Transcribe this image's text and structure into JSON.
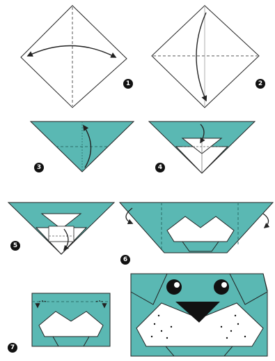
{
  "colors": {
    "teal": "#5ab8b3",
    "line": "#222222",
    "fold_line": "#555555",
    "paper": "#ffffff",
    "badge": "#111111",
    "nose": "#111111"
  },
  "steps": [
    {
      "label": "1"
    },
    {
      "label": "2"
    },
    {
      "label": "3"
    },
    {
      "label": "4"
    },
    {
      "label": "5"
    },
    {
      "label": "6"
    },
    {
      "label": "7"
    }
  ],
  "icons": [
    "curved-fold-arrow-icon",
    "mountain-fold-arrow-icon",
    "eye-icon",
    "nose-icon"
  ]
}
